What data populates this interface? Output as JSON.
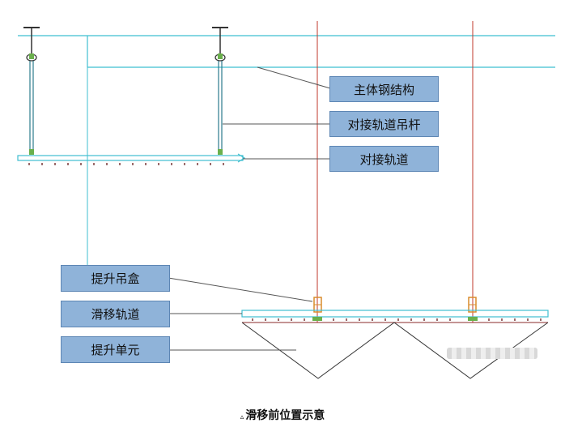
{
  "labels": {
    "main_steel": "主体钢结构",
    "docking_hanger": "对接轨道吊杆",
    "docking_track": "对接轨道",
    "lift_box": "提升吊盒",
    "slide_track": "滑移轨道",
    "lift_unit": "提升单元"
  },
  "caption": {
    "marker": "▵",
    "text": "滑移前位置示意"
  },
  "colors": {
    "cyan_line": "#3fbfd0",
    "red_line": "#c0392b",
    "label_fill": "#8fb3d9",
    "leader": "#555555"
  }
}
